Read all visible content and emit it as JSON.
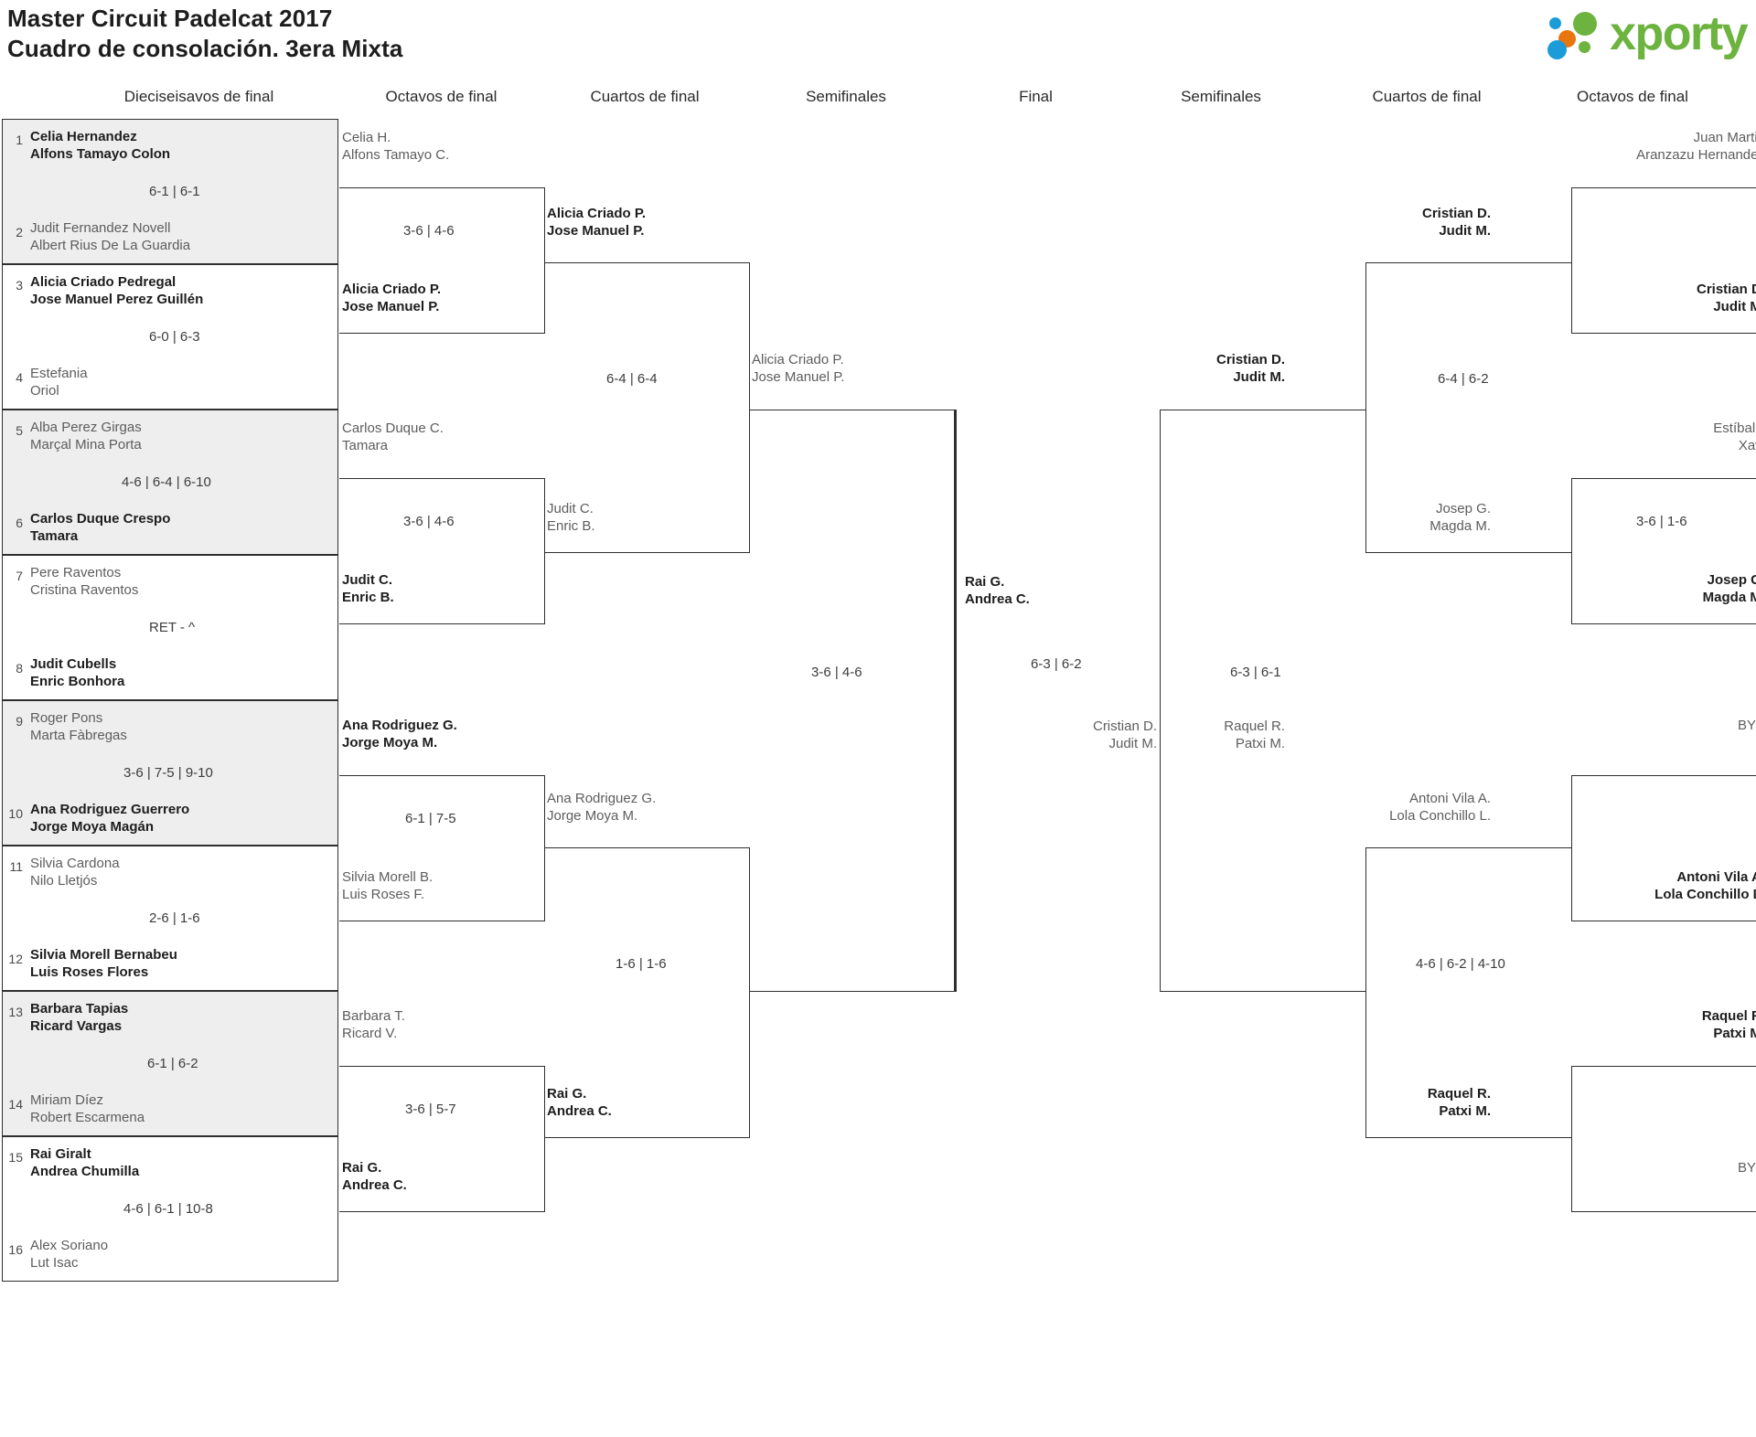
{
  "header": {
    "title_line1": "Master Circuit Padelcat 2017",
    "title_line2": "Cuadro de consolación. 3era Mixta",
    "logo_text": "xporty",
    "logo_colors": {
      "green": "#6cb33f",
      "blue": "#1b9cd8",
      "orange": "#e8750d"
    }
  },
  "rounds": {
    "left": [
      {
        "label": "Dieciseisavos de final"
      },
      {
        "label": "Octavos de final"
      },
      {
        "label": "Cuartos de final"
      },
      {
        "label": "Semifinales"
      }
    ],
    "final": {
      "label": "Final"
    },
    "right": [
      {
        "label": "Semifinales"
      },
      {
        "label": "Cuartos de final"
      },
      {
        "label": "Octavos de final"
      }
    ]
  },
  "left_r1": {
    "matches": [
      {
        "shaded": true,
        "top": {
          "seed": "1",
          "line1": "Celia Hernandez",
          "line2": "Alfons Tamayo Colon",
          "state": "win"
        },
        "bottom": {
          "seed": "2",
          "line1": "Judit Fernandez Novell",
          "line2": "Albert Rius De La Guardia",
          "state": "lose"
        },
        "score": "6-1 | 6-1"
      },
      {
        "shaded": false,
        "top": {
          "seed": "3",
          "line1": "Alicia Criado Pedregal",
          "line2": "Jose Manuel Perez Guillén",
          "state": "win"
        },
        "bottom": {
          "seed": "4",
          "line1": "Estefania",
          "line2": "Oriol",
          "state": "lose"
        },
        "score": "6-0 | 6-3"
      },
      {
        "shaded": true,
        "top": {
          "seed": "5",
          "line1": "Alba Perez Girgas",
          "line2": "Marçal Mina Porta",
          "state": "lose"
        },
        "bottom": {
          "seed": "6",
          "line1": "Carlos Duque Crespo",
          "line2": "Tamara",
          "state": "win"
        },
        "score": "4-6 | 6-4 | 6-10"
      },
      {
        "shaded": false,
        "top": {
          "seed": "7",
          "line1": "Pere Raventos",
          "line2": "Cristina Raventos",
          "state": "lose"
        },
        "bottom": {
          "seed": "8",
          "line1": "Judit Cubells",
          "line2": "Enric Bonhora",
          "state": "win"
        },
        "score": "RET - ^"
      },
      {
        "shaded": true,
        "top": {
          "seed": "9",
          "line1": "Roger Pons",
          "line2": "Marta Fàbregas",
          "state": "lose"
        },
        "bottom": {
          "seed": "10",
          "line1": "Ana Rodriguez Guerrero",
          "line2": "Jorge Moya Magán",
          "state": "win"
        },
        "score": "3-6 | 7-5 | 9-10"
      },
      {
        "shaded": false,
        "top": {
          "seed": "11",
          "line1": "Silvia Cardona",
          "line2": "Nilo Lletjós",
          "state": "lose"
        },
        "bottom": {
          "seed": "12",
          "line1": "Silvia Morell Bernabeu",
          "line2": "Luis Roses Flores",
          "state": "win"
        },
        "score": "2-6 | 1-6"
      },
      {
        "shaded": true,
        "top": {
          "seed": "13",
          "line1": "Barbara Tapias",
          "line2": "Ricard Vargas",
          "state": "win"
        },
        "bottom": {
          "seed": "14",
          "line1": "Miriam Díez",
          "line2": "Robert Escarmena",
          "state": "lose"
        },
        "score": "6-1 | 6-2"
      },
      {
        "shaded": false,
        "top": {
          "seed": "15",
          "line1": "Rai Giralt",
          "line2": "Andrea Chumilla",
          "state": "win"
        },
        "bottom": {
          "seed": "16",
          "line1": "Alex Soriano",
          "line2": "Lut Isac",
          "state": "lose"
        },
        "score": "4-6 | 6-1 | 10-8"
      }
    ]
  },
  "left_r2": {
    "matches": [
      {
        "top": {
          "line1": "Celia H.",
          "line2": "Alfons Tamayo C.",
          "state": "lose"
        },
        "bottom": {
          "line1": "Alicia Criado P.",
          "line2": "Jose Manuel P.",
          "state": "win"
        },
        "score": "3-6 | 4-6"
      },
      {
        "top": {
          "line1": "Carlos Duque C.",
          "line2": "Tamara",
          "state": "lose"
        },
        "bottom": {
          "line1": "Judit C.",
          "line2": "Enric B.",
          "state": "win"
        },
        "score": "3-6 | 4-6"
      },
      {
        "top": {
          "line1": "Ana Rodriguez G.",
          "line2": "Jorge Moya M.",
          "state": "win"
        },
        "bottom": {
          "line1": "Silvia Morell B.",
          "line2": "Luis Roses F.",
          "state": "lose"
        },
        "score": "6-1 | 7-5"
      },
      {
        "top": {
          "line1": "Barbara T.",
          "line2": "Ricard V.",
          "state": "lose"
        },
        "bottom": {
          "line1": "Rai G.",
          "line2": "Andrea C.",
          "state": "win"
        },
        "score": "3-6 | 5-7"
      }
    ]
  },
  "left_r3": {
    "matches": [
      {
        "top": {
          "line1": "Alicia Criado P.",
          "line2": "Jose Manuel P.",
          "state": "win"
        },
        "bottom": {
          "line1": "Judit C.",
          "line2": "Enric B.",
          "state": "lose"
        },
        "score": "6-4 | 6-4"
      },
      {
        "top": {
          "line1": "Ana Rodriguez G.",
          "line2": "Jorge Moya M.",
          "state": "lose"
        },
        "bottom": {
          "line1": "Rai G.",
          "line2": "Andrea C.",
          "state": "win"
        },
        "score": "1-6 | 1-6"
      }
    ]
  },
  "left_r4": {
    "matches": [
      {
        "top": {
          "line1": "Alicia Criado P.",
          "line2": "Jose Manuel P.",
          "state": "lose"
        },
        "bottom": {
          "line1": "Rai G.",
          "line2": "Andrea C.",
          "state": "win"
        },
        "score": "3-6 | 4-6"
      }
    ]
  },
  "final": {
    "top": {
      "line1": "Rai G.",
      "line2": "Andrea C.",
      "state": "win"
    },
    "bottom": {
      "line1": "Cristian D.",
      "line2": "Judit M.",
      "state": "lose"
    },
    "score": "6-3 | 6-2"
  },
  "right_r4": {
    "matches": [
      {
        "top": {
          "line1": "Cristian D.",
          "line2": "Judit M.",
          "state": "win"
        },
        "bottom": {
          "line1": "Raquel R.",
          "line2": "Patxi M.",
          "state": "lose"
        },
        "score": "6-3 | 6-1"
      }
    ]
  },
  "right_r3": {
    "matches": [
      {
        "top": {
          "line1": "Cristian D.",
          "line2": "Judit M.",
          "state": "win"
        },
        "bottom": {
          "line1": "Josep G.",
          "line2": "Magda M.",
          "state": "lose"
        },
        "score": "6-4 | 6-2"
      },
      {
        "top": {
          "line1": "Antoni Vila A.",
          "line2": "Lola Conchillo L.",
          "state": "lose"
        },
        "bottom": {
          "line1": "Raquel R.",
          "line2": "Patxi M.",
          "state": "win"
        },
        "score": "4-6 | 6-2 | 4-10"
      }
    ]
  },
  "right_r2": {
    "matches": [
      {
        "top": {
          "line1": "Juan Martin",
          "line2": "Aranzazu Hernandez",
          "state": "lose"
        },
        "bottom": {
          "line1": "Cristian D.",
          "line2": "Judit M.",
          "state": "win"
        },
        "score": ""
      },
      {
        "top": {
          "line1": "Estíbaliz",
          "line2": "Xavi",
          "state": "lose"
        },
        "bottom": {
          "line1": "Josep G.",
          "line2": "Magda M.",
          "state": "win"
        },
        "score": "3-6 | 1-6"
      },
      {
        "top": {
          "line1": "BYE",
          "line2": "",
          "state": "lose"
        },
        "bottom": {
          "line1": "Antoni Vila A.",
          "line2": "Lola Conchillo L.",
          "state": "win"
        },
        "score": ""
      },
      {
        "top": {
          "line1": "Raquel R.",
          "line2": "Patxi M.",
          "state": "win"
        },
        "bottom": {
          "line1": "BYE",
          "line2": "",
          "state": "lose"
        },
        "score": ""
      }
    ]
  }
}
